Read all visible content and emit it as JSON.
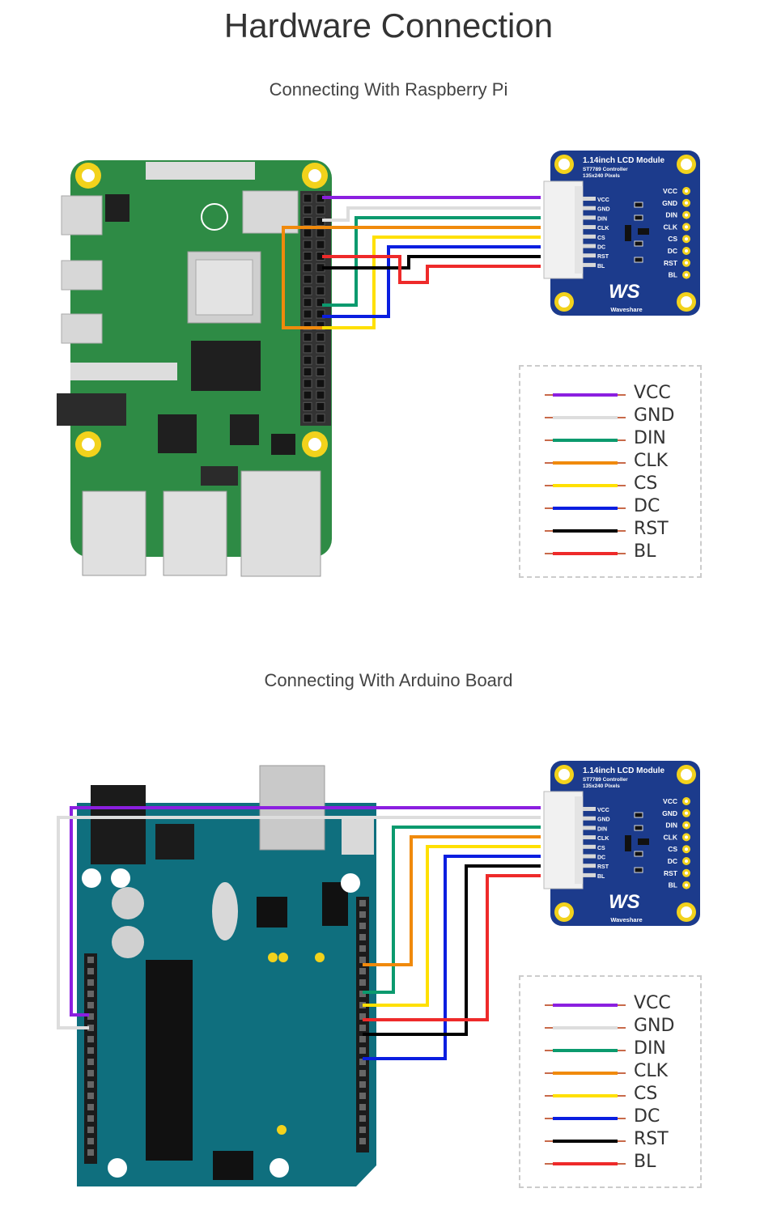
{
  "title": "Hardware Connection",
  "sections": [
    {
      "subtitle": "Connecting With Raspberry Pi"
    },
    {
      "subtitle": "Connecting With Arduino Board"
    }
  ],
  "lcd_module": {
    "title": "1.14inch LCD Module",
    "controller": "ST7789 Controller",
    "pixels": "135x240 Pixels",
    "brand": "Waveshare",
    "logo": "WS",
    "connector_pins": [
      "VCC",
      "GND",
      "DIN",
      "CLK",
      "CS",
      "DC",
      "RST",
      "BL"
    ],
    "side_pins": [
      "VCC",
      "GND",
      "DIN",
      "CLK",
      "CS",
      "DC",
      "RST",
      "BL"
    ]
  },
  "legend": [
    {
      "label": "VCC",
      "color": "#8b1fe0"
    },
    {
      "label": "GND",
      "color": "#e0e0e0"
    },
    {
      "label": "DIN",
      "color": "#0b9a6e"
    },
    {
      "label": "CLK",
      "color": "#f08a0c"
    },
    {
      "label": "CS",
      "color": "#ffe000"
    },
    {
      "label": "DC",
      "color": "#0a1ee0"
    },
    {
      "label": "RST",
      "color": "#000000"
    },
    {
      "label": "BL",
      "color": "#ee2a2a"
    }
  ],
  "colors": {
    "rpi_board": "#2e8b45",
    "arduino_board": "#0f6f7e",
    "lcd_board": "#1c3b8c",
    "mount_hole": "#f2d21c"
  }
}
